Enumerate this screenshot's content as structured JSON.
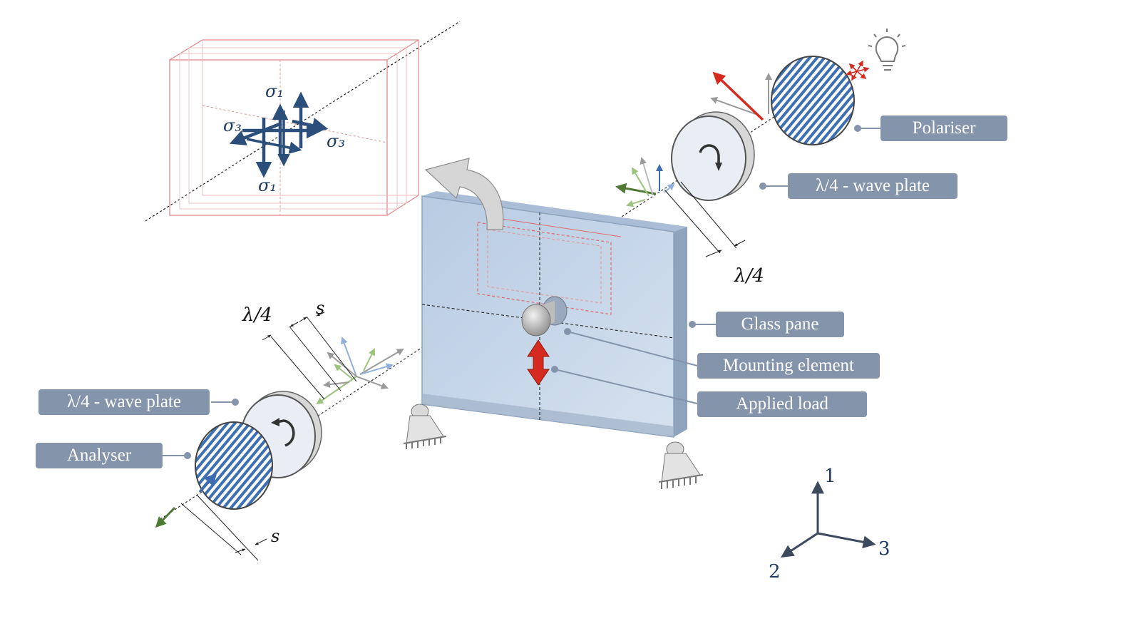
{
  "labels": {
    "polariser": "Polariser",
    "wave_plate_top": "λ/4 - wave plate",
    "glass_pane": "Glass pane",
    "mounting_element": "Mounting element",
    "applied_load": "Applied load",
    "wave_plate_bottom": "λ/4 - wave plate",
    "analyser": "Analyser"
  },
  "stress": {
    "sigma1_top": "σ₁",
    "sigma1_bottom": "σ₁",
    "sigma3_left": "σ₃",
    "sigma3_right": "σ₃"
  },
  "dimensions": {
    "quarter_wave_top": "λ/4",
    "quarter_wave_left": "λ/4",
    "s_top": "s",
    "s_bottom": "s"
  },
  "axes": {
    "axis_1": "1",
    "axis_2": "2",
    "axis_3": "3"
  },
  "colors": {
    "tag_bg": "#8494ab",
    "glass": "#c9d8ea",
    "glass_edge": "#9fb2c8",
    "load_arrow": "#d42a1f",
    "stress_arrow": "#2b4f7a",
    "hatch": "#3c6fb3",
    "red_frame": "#e0898b"
  },
  "icons": [
    "light-bulb-icon",
    "rotation-arrow-icon",
    "bearing-support-icon",
    "coordinate-axes-icon"
  ]
}
